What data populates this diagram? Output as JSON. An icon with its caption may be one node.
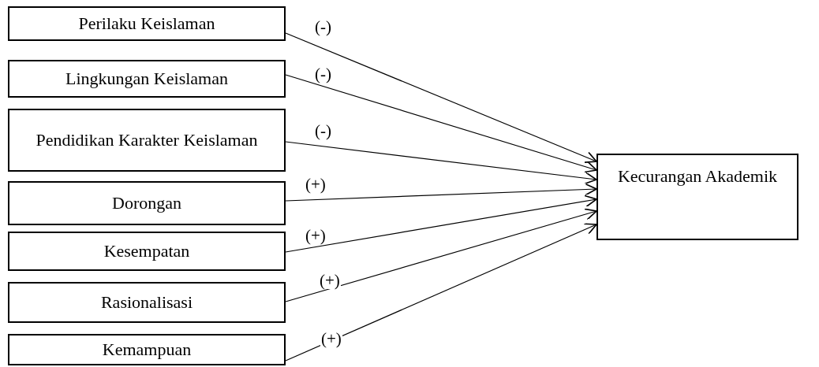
{
  "diagram": {
    "nodes": [
      {
        "text": [
          "Perilaku Keislaman"
        ]
      },
      {
        "text": [
          "Lingkungan Keislaman"
        ]
      },
      {
        "text": [
          "Pendidikan Karakter Keislaman"
        ]
      },
      {
        "text": [
          "Dorongan"
        ]
      },
      {
        "text": [
          "Kesempatan"
        ]
      },
      {
        "text": [
          "Rasionalisasi"
        ]
      },
      {
        "text": [
          "Kemampuan"
        ]
      },
      {
        "text": [
          "Kecurangan Akademik"
        ]
      }
    ],
    "edges": [
      {
        "from": 0,
        "to": 7,
        "arrow": "to",
        "label": "(-)"
      },
      {
        "from": 1,
        "to": 7,
        "arrow": "to",
        "label": "(-)"
      },
      {
        "from": 2,
        "to": 7,
        "arrow": "to",
        "label": "(-)"
      },
      {
        "from": 3,
        "to": 7,
        "arrow": "to",
        "label": "(+)"
      },
      {
        "from": 4,
        "to": 7,
        "arrow": "to",
        "label": "(+)"
      },
      {
        "from": 5,
        "to": 7,
        "arrow": "to",
        "label": "(+)"
      },
      {
        "from": 6,
        "to": 7,
        "arrow": "to",
        "label": "(+)"
      }
    ]
  }
}
